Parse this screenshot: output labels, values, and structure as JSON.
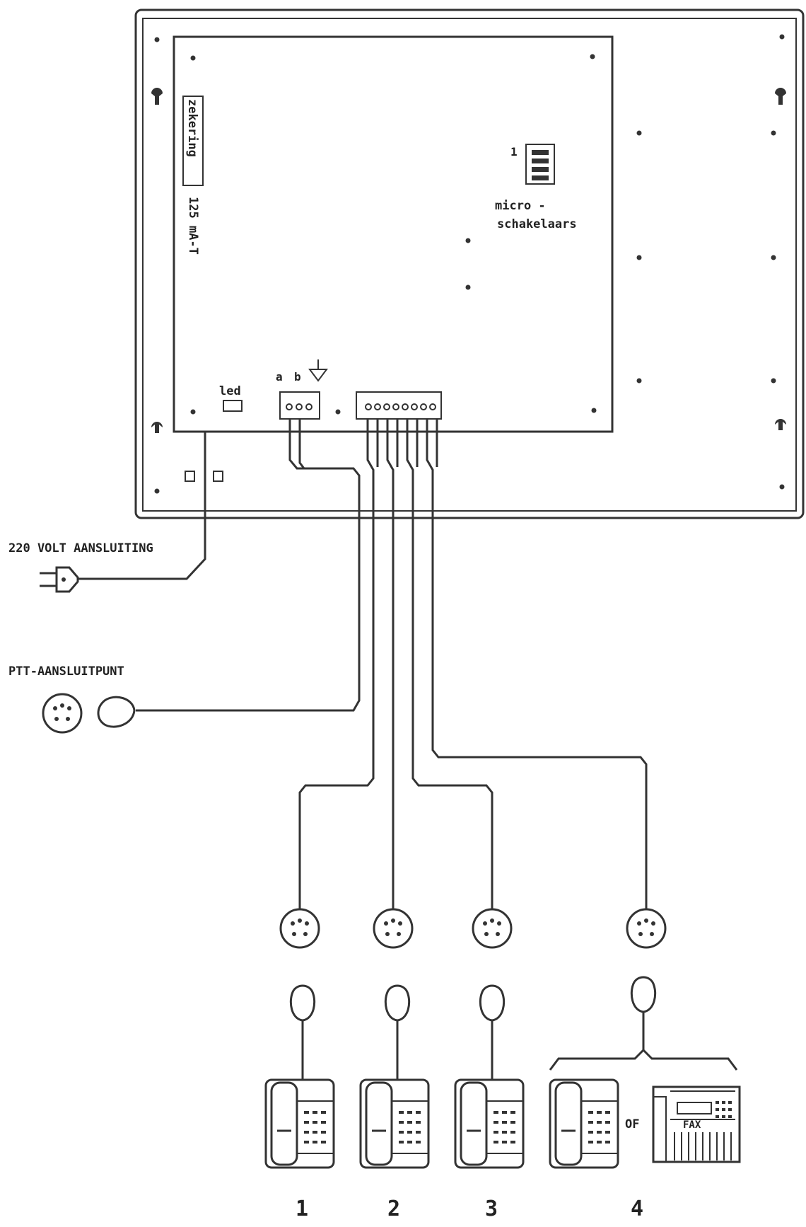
{
  "labels": {
    "fuse_text": "zekering",
    "fuse_rating": "125 mA-T",
    "dip_number": "1",
    "dip_label_1": "micro -",
    "dip_label_2": "schakelaars",
    "led": "led",
    "term_a": "a",
    "term_b": "b",
    "power": "220 VOLT AANSLUITING",
    "ptt": "PTT-AANSLUITPUNT",
    "or": "OF",
    "fax": "FAX"
  },
  "extensions": [
    "1",
    "2",
    "3",
    "4"
  ],
  "icons": [
    "power-plug-icon",
    "wall-socket-icon",
    "telephone-icon",
    "fax-machine-icon",
    "ground-symbol-icon"
  ]
}
